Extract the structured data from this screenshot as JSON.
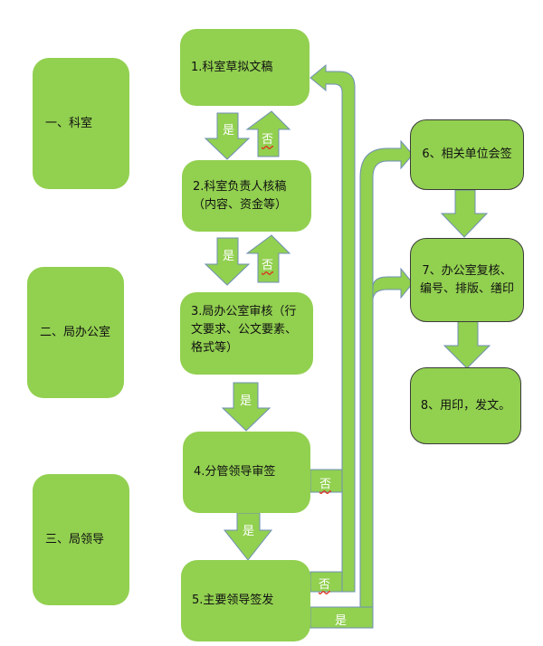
{
  "colors": {
    "fill": "#92d050",
    "stroke": "#6f8fb5",
    "dark_border": "#3b3b3b",
    "label_text": "#ffffff"
  },
  "lanes": [
    {
      "label": "一、科室"
    },
    {
      "label": "二、局办公室"
    },
    {
      "label": "三、局领导"
    }
  ],
  "steps": [
    {
      "label": "1.科室草拟文稿"
    },
    {
      "label": "2.科室负责人核稿\n（内容、资金等）"
    },
    {
      "label": "3.局办公室审核（行文要求、公文要素、格式等）"
    },
    {
      "label": "4.分管领导审签"
    },
    {
      "label": "5.主要领导签发"
    },
    {
      "label": "6、相关单位会签"
    },
    {
      "label": "7、办公室复核、编号、排版、缮印"
    },
    {
      "label": "8、用印，发文。"
    }
  ],
  "connectors": {
    "yes": "是",
    "no": "否"
  }
}
